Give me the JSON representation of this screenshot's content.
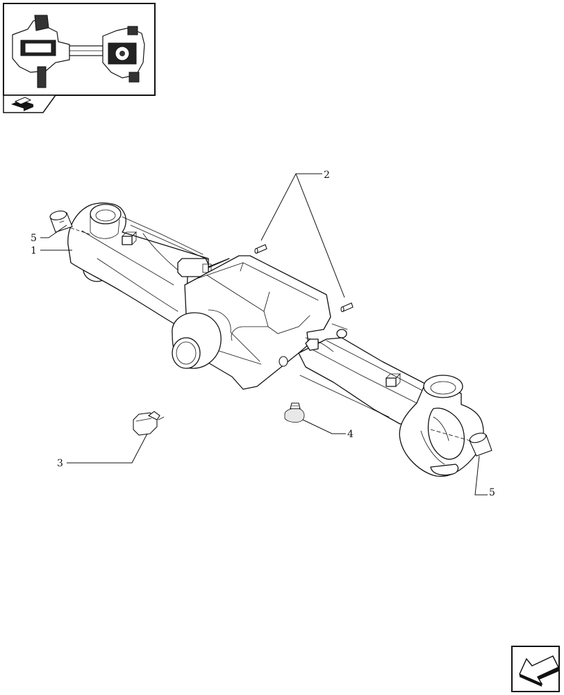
{
  "thumbnail": {
    "icon": "thumbnail-axle-assembly-icon"
  },
  "nav_icons": {
    "book_icon": "book-icon",
    "back_arrow_icon": "back-arrow-icon"
  },
  "main_drawing": {
    "icon": "axle-housing-drawing"
  },
  "callouts": [
    {
      "id": "callout-1",
      "label": "1"
    },
    {
      "id": "callout-2",
      "label": "2"
    },
    {
      "id": "callout-3",
      "label": "3"
    },
    {
      "id": "callout-4",
      "label": "4"
    },
    {
      "id": "callout-5-left",
      "label": "5"
    },
    {
      "id": "callout-5-right",
      "label": "5"
    }
  ]
}
